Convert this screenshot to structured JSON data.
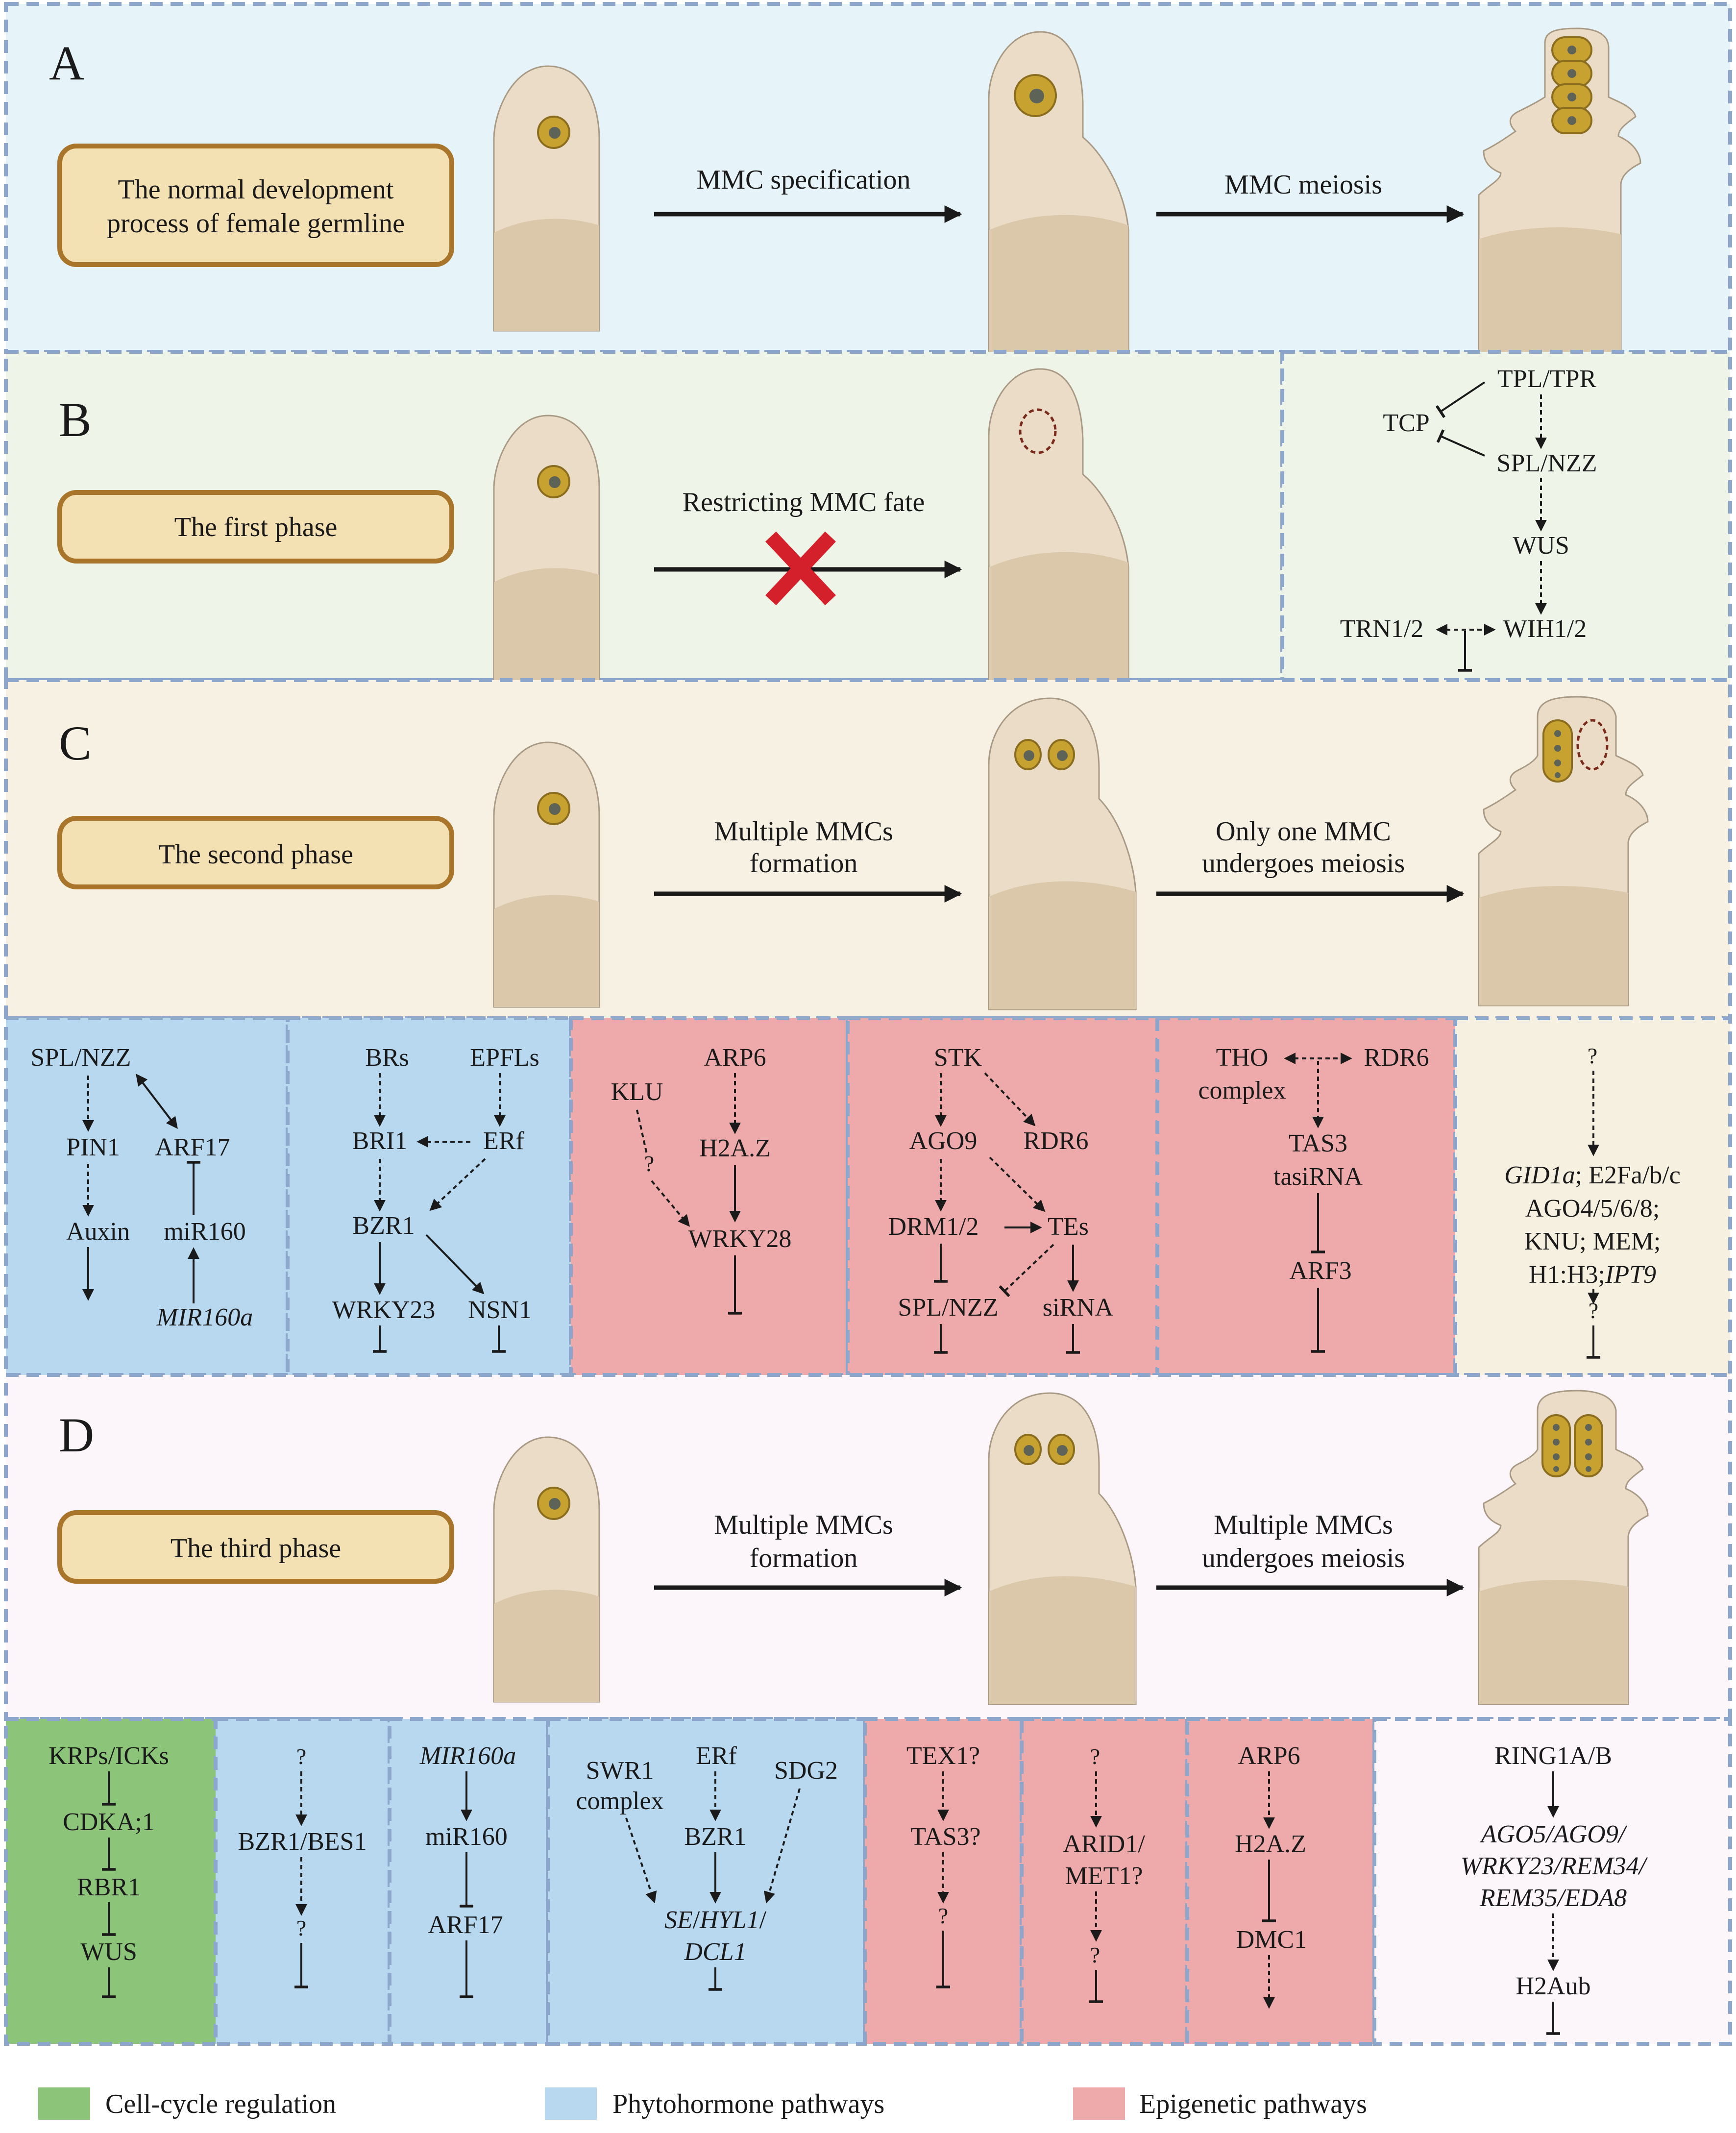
{
  "colors": {
    "panel_a_bg": "#e6f3f8",
    "panel_b_bg": "#eef5e8",
    "panel_c_bg": "#f7f1e4",
    "panel_d_bg": "#fcf5fa",
    "cell_cycle": "#8cc47a",
    "phytohormone": "#b7d8ef",
    "epigenetic": "#eeaaab",
    "other_box": "#f6f0e0",
    "stage_box_fill": "#f3e1b3",
    "stage_box_border": "#a8752a",
    "dash_border": "#8da6cc",
    "ovule_fill": "#ebdcc7",
    "ovule_inner": "#dbc8aa",
    "ovule_edge": "#a89a85",
    "cell_fill": "#c8a230",
    "nucleus_fill": "#5e6357",
    "cross": "#d4202a"
  },
  "panel_a": {
    "letter": "A",
    "box": [
      "The normal development",
      "process of female germline"
    ],
    "arrow1": "MMC specification",
    "arrow2": "MMC meiosis"
  },
  "panel_b": {
    "letter": "B",
    "box": "The first phase",
    "arrow1": "Restricting MMC fate",
    "net": {
      "tpl": "TPL/TPR",
      "tcp": "TCP",
      "spl": "SPL/NZZ",
      "wus": "WUS",
      "trn": "TRN1/2",
      "wih": "WIH1/2"
    }
  },
  "panel_c": {
    "letter": "C",
    "box": "The second phase",
    "arrow1": [
      "Multiple MMCs",
      "formation"
    ],
    "arrow2": [
      "Only one MMC",
      "undergoes meiosis"
    ],
    "p1": {
      "spl": "SPL/NZZ",
      "pin": "PIN1",
      "arf": "ARF17",
      "auxin": "Auxin",
      "mir": "miR160",
      "mira": "MIR160a"
    },
    "p2": {
      "brs": "BRs",
      "epfl": "EPFLs",
      "bri": "BRI1",
      "erf": "ERf",
      "bzr": "BZR1",
      "wrky": "WRKY23",
      "nsn": "NSN1"
    },
    "p3": {
      "arp": "ARP6",
      "klu": "KLU",
      "q": "?",
      "h2az": "H2A.Z",
      "wrky": "WRKY28"
    },
    "p4": {
      "stk": "STK",
      "ago9": "AGO9",
      "rdr6": "RDR6",
      "drm": "DRM1/2",
      "tes": "TEs",
      "spl": "SPL/NZZ",
      "sirna": "siRNA"
    },
    "p5": {
      "tho1": "THO",
      "tho2": "complex",
      "rdr6": "RDR6",
      "tas3": "TAS3",
      "tasi": "tasiRNA",
      "arf3": "ARF3"
    },
    "p6": {
      "q1": "?",
      "gid": "GID1a",
      "rest1": "; E2Fa/b/c",
      "l2": "AGO4/5/6/8;",
      "l3": "KNU; MEM;",
      "l4": "H1:H3;",
      "ipt": "IPT9",
      "q2": "?"
    }
  },
  "panel_d": {
    "letter": "D",
    "box": "The third phase",
    "arrow1": [
      "Multiple MMCs",
      "formation"
    ],
    "arrow2": [
      "Multiple MMCs",
      "undergoes meiosis"
    ],
    "p1": {
      "krp": "KRPs/ICKs",
      "cdka": "CDKA;1",
      "rbr": "RBR1",
      "wus": "WUS"
    },
    "p2": {
      "q1": "?",
      "bzr": "BZR1/BES1",
      "q2": "?"
    },
    "p3": {
      "mira": "MIR160a",
      "mir": "miR160",
      "arf": "ARF17"
    },
    "p4": {
      "swr1": "SWR1",
      "swr2": "complex",
      "erf": "ERf",
      "sdg": "SDG2",
      "bzr": "BZR1",
      "se": "SE",
      "slash1": "/",
      "hyl": "HYL1",
      "slash2": "/",
      "dcl": "DCL1"
    },
    "p5": {
      "tex": "TEX1?",
      "tas": "TAS3?",
      "q": "?"
    },
    "p6": {
      "q1": "?",
      "arid1": "ARID1/",
      "arid2": "MET1?",
      "q2": "?"
    },
    "p7": {
      "arp": "ARP6",
      "h2az": "H2A.Z",
      "dmc": "DMC1"
    },
    "p8": {
      "ring": "RING1A/B",
      "l1": "AGO5/AGO9/",
      "l2": "WRKY23/REM34/",
      "l3": "REM35/EDA8",
      "h2aub": "H2Aub"
    }
  },
  "legend": {
    "cell_cycle": "Cell-cycle regulation",
    "phytohormone": "Phytohormone pathways",
    "epigenetic": "Epigenetic pathways"
  }
}
